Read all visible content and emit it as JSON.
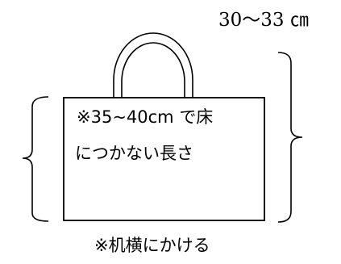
{
  "handle_length": "30～33 ㎝",
  "bag_note": {
    "line1": "※35~40cm で床",
    "line2": "につかない長さ"
  },
  "bottom_note": "※机横にかける",
  "colors": {
    "stroke": "#000000",
    "background": "#ffffff"
  }
}
